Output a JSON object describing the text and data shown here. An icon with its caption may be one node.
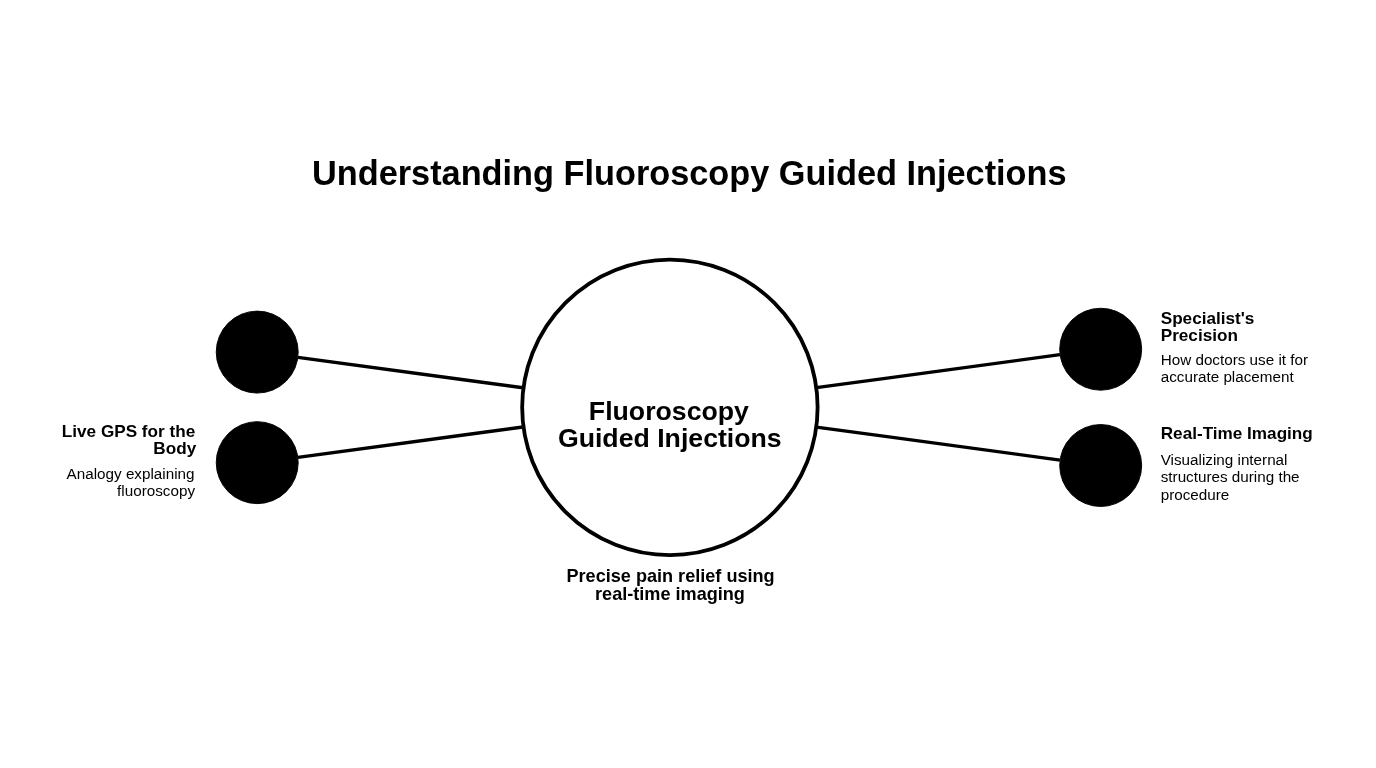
{
  "diagram": {
    "title": "Understanding Fluoroscopy Guided Injections",
    "nodes": [
      {
        "text": [],
        "shape": "circle"
      },
      {
        "text": [
          "Specialist's Precision",
          "How doctors use it for accurate placement"
        ]
      },
      {
        "text": [
          "Fluoroscopy Guided Injections"
        ],
        "beside": [
          "Precise pain relief using real-time imaging"
        ]
      },
      {
        "text": [
          "Live GPS for the Body",
          "Analogy explaining fluoroscopy"
        ]
      },
      {
        "text": [
          "Real-Time Imaging",
          "Visualizing internal structures during the procedure"
        ]
      }
    ],
    "edges": [
      {
        "from": 0,
        "to": 2,
        "arrow": "none"
      },
      {
        "from": 2,
        "to": 1,
        "arrow": "none"
      },
      {
        "from": 3,
        "to": 2,
        "arrow": "none"
      },
      {
        "from": 2,
        "to": 4,
        "arrow": "none"
      }
    ]
  }
}
